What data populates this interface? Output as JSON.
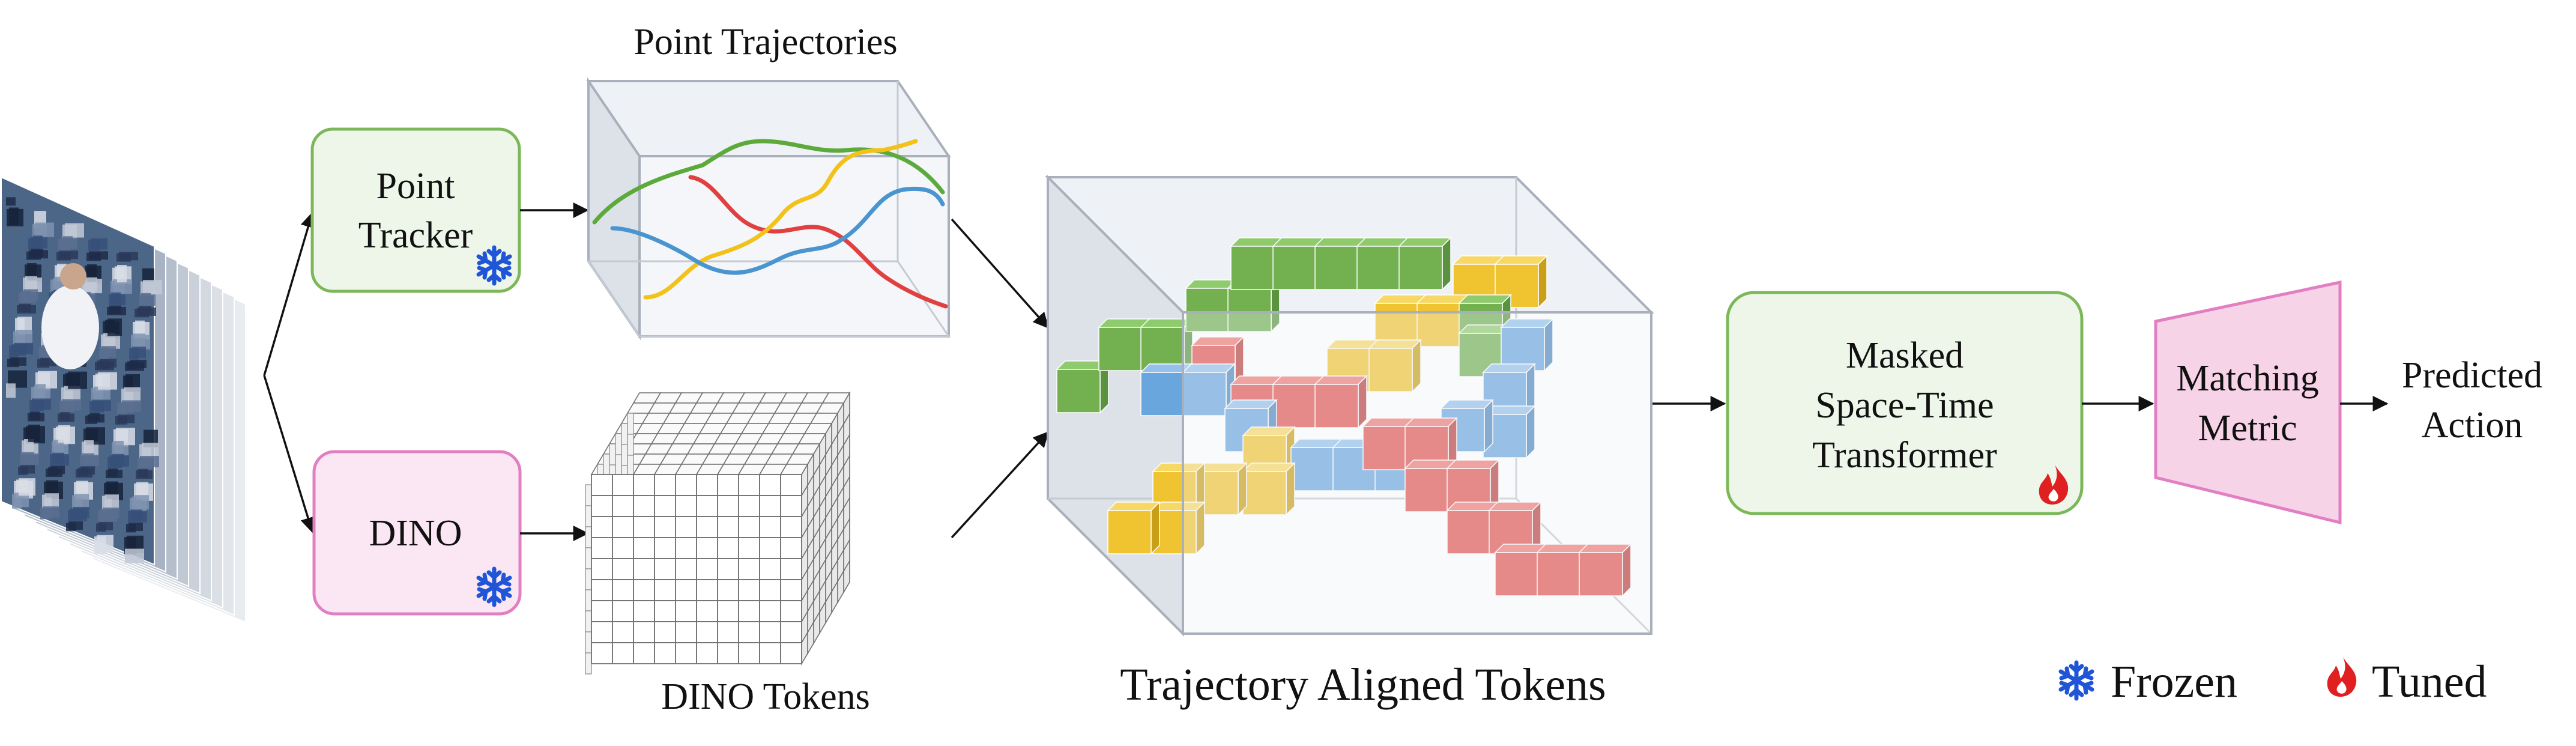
{
  "point_tracker": {
    "line1": "Point",
    "line2": "Tracker"
  },
  "dino": {
    "label": "DINO"
  },
  "point_trajectories": {
    "title": "Point Trajectories"
  },
  "dino_tokens": {
    "label": "DINO Tokens"
  },
  "trajectory_aligned_tokens": {
    "label": "Trajectory Aligned Tokens"
  },
  "transformer": {
    "line1": "Masked",
    "line2": "Space-Time",
    "line3": "Transformer"
  },
  "matching_metric": {
    "line1": "Matching",
    "line2": "Metric"
  },
  "predicted_action": {
    "line1": "Predicted",
    "line2": "Action"
  },
  "legend": {
    "frozen": "Frozen",
    "tuned": "Tuned"
  },
  "colors": {
    "tracker_border": "#7cb85a",
    "tracker_fill": "#eef6e9",
    "dino_border": "#e27fc3",
    "dino_fill": "#fbe7f3",
    "metric_fill": "#f6d3e6",
    "metric_border": "#e27fc3",
    "frozen_icon": "#1f55d6",
    "tuned_icon": "#e02020",
    "track_green": "#5caa3c",
    "track_red": "#e04040",
    "track_yellow": "#f3c21a",
    "track_blue": "#4a95cf",
    "cube_green": "#72b050",
    "cube_red": "#e0534f",
    "cube_yellow": "#f0c430",
    "cube_blue": "#6aa6de"
  },
  "icons": {
    "frozen": "snowflake-icon",
    "tuned": "flame-icon"
  }
}
